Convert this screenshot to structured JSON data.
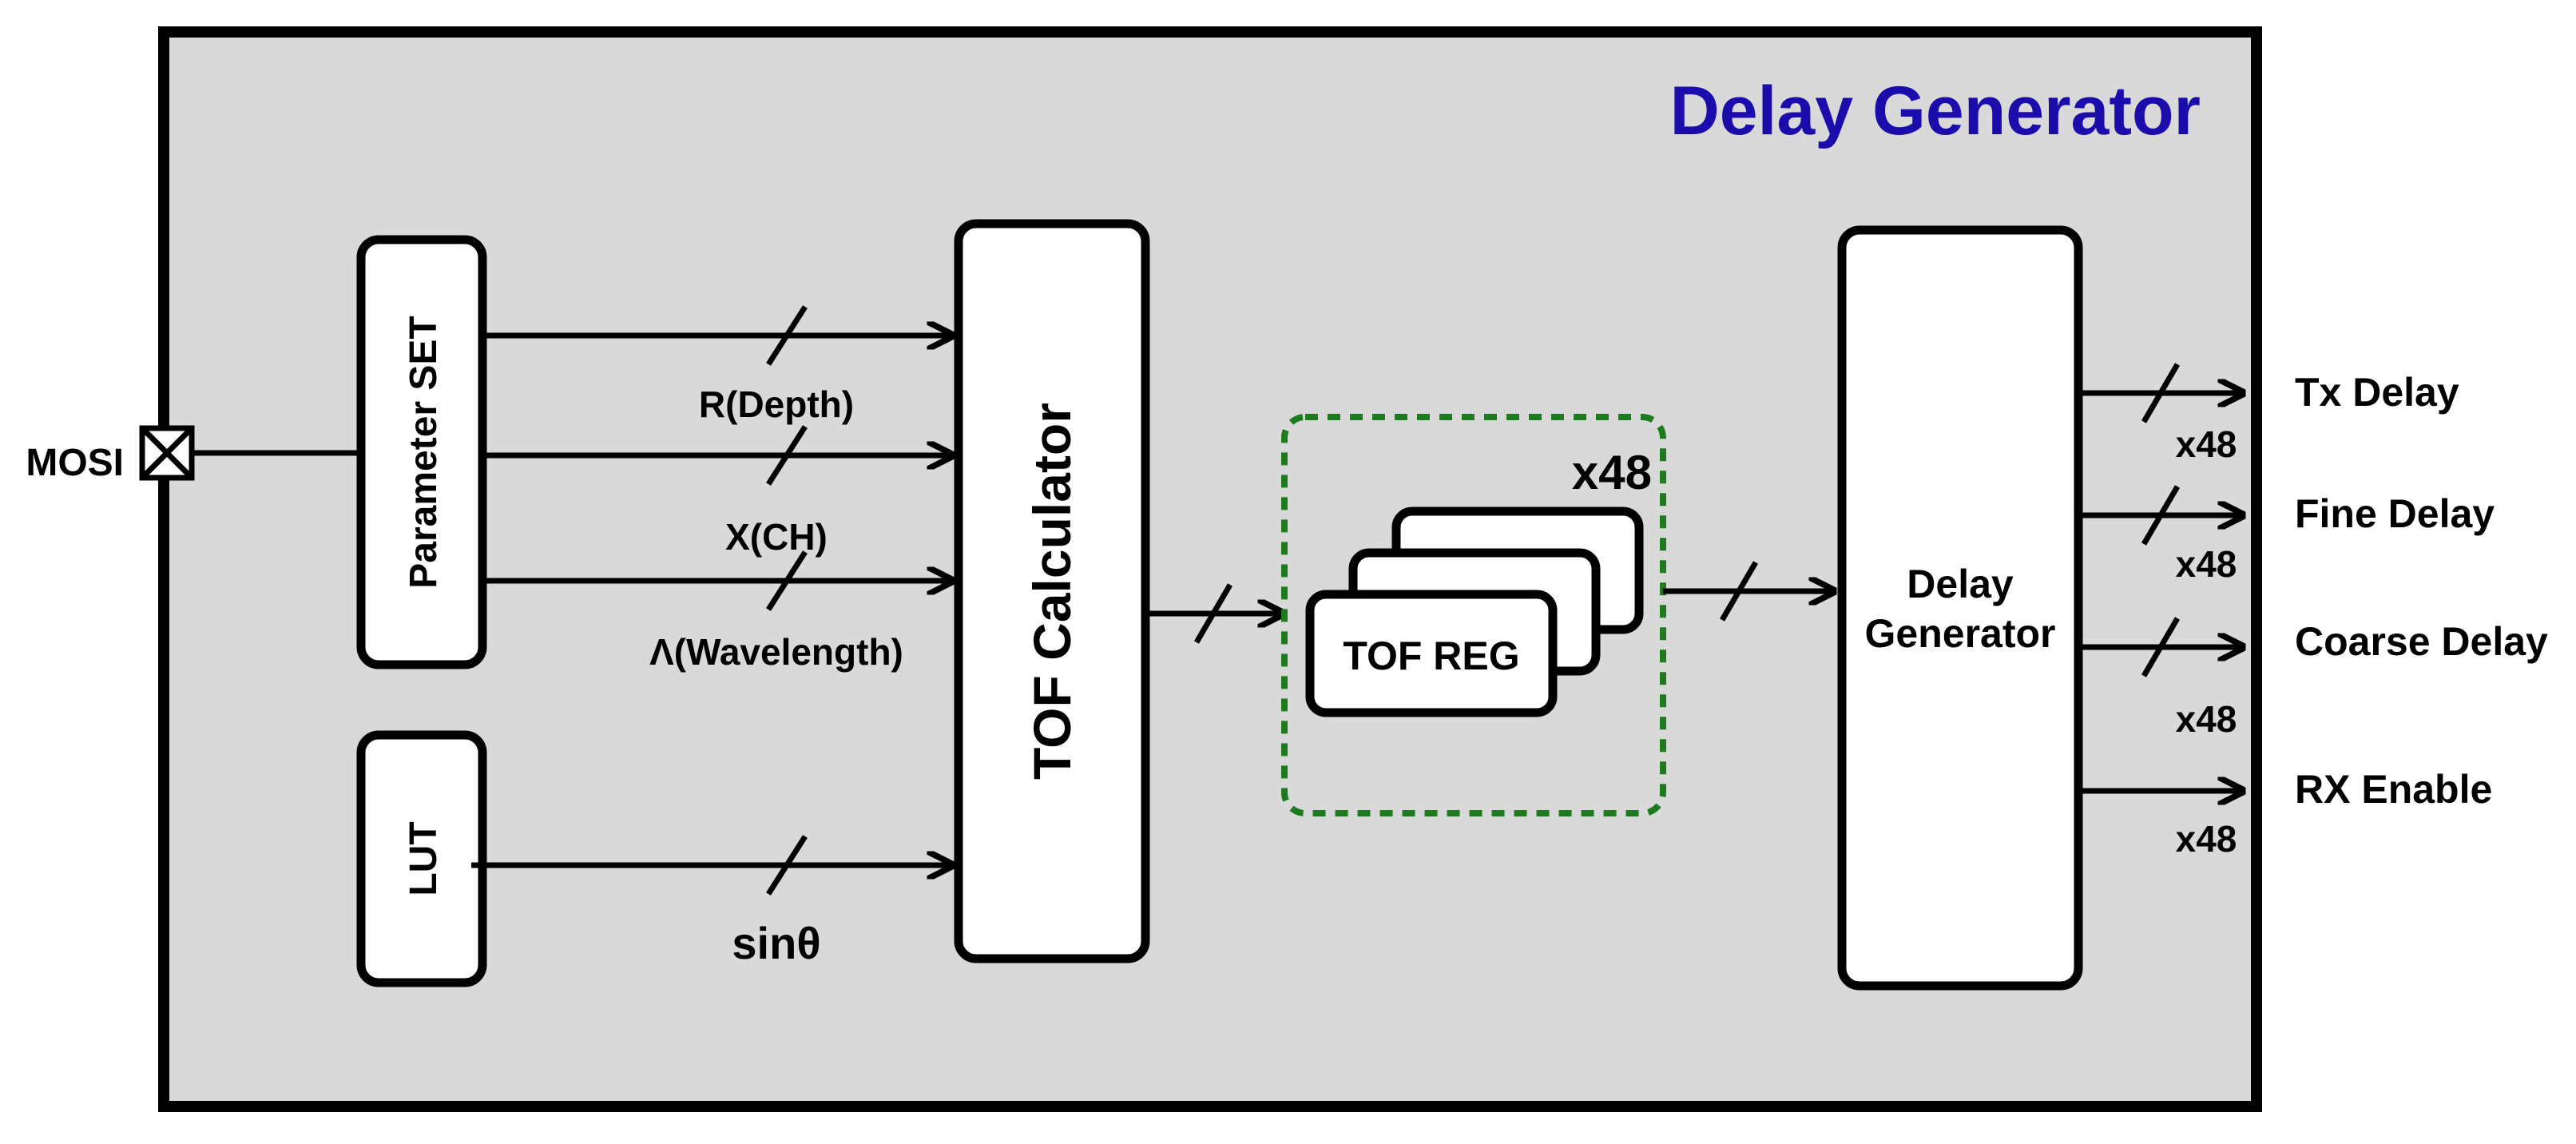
{
  "title": "Delay Generator",
  "colors": {
    "title": "#1a0dab",
    "panel_bg": "#d9d9d9",
    "dashed_group": "#1e7a1e",
    "line": "#000000"
  },
  "io": {
    "mosi_label": "MOSI"
  },
  "blocks": {
    "parameter_set": "Parameter SET",
    "lut": "LUT",
    "tof_calculator": "TOF Calculator",
    "tof_reg": "TOF REG",
    "tof_reg_count": "x48",
    "delay_gen_line1": "Delay",
    "delay_gen_line2": "Generator"
  },
  "signals": {
    "r_depth": "R(Depth)",
    "x_ch": "X(CH)",
    "wavelength": "Λ(Wavelength)",
    "sin_theta": "sinθ"
  },
  "outputs": [
    {
      "label": "Tx Delay",
      "count": "x48"
    },
    {
      "label": "Fine Delay",
      "count": "x48"
    },
    {
      "label": "Coarse Delay",
      "count": "x48"
    },
    {
      "label": "RX Enable",
      "count": "x48"
    }
  ]
}
